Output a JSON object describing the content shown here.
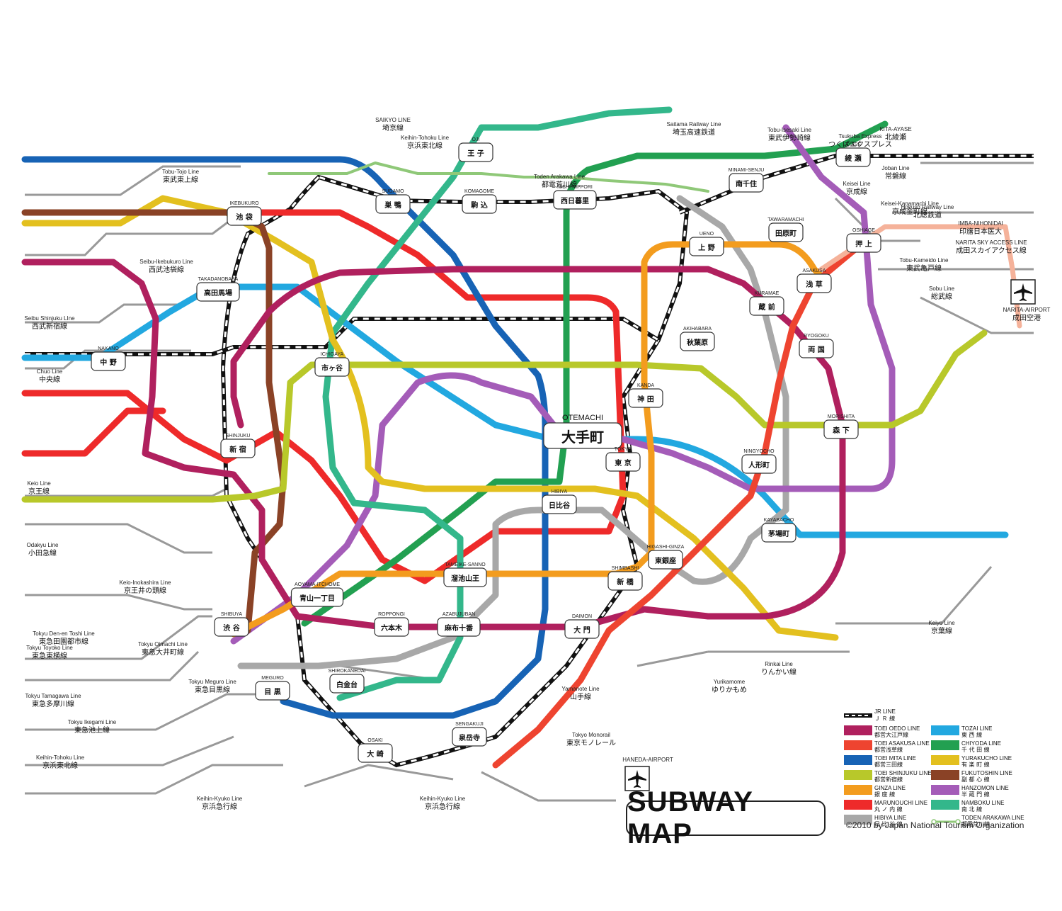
{
  "title": "SUBWAY MAP",
  "copyright": "©2010 by Japan National Tourism Organization",
  "colors": {
    "oedo": "#b0205e",
    "asakusa": "#ee4430",
    "mita": "#1763b5",
    "shinjuku": "#b8c82a",
    "ginza": "#f39c1e",
    "marunouchi": "#ee2a2a",
    "hibiya": "#a8a8a8",
    "tozai": "#22a8e0",
    "chiyoda": "#22a051",
    "yurakucho": "#e3c01f",
    "fukutoshin": "#8a4226",
    "hanzomon": "#a45cb8",
    "namboku": "#33b78b",
    "arakawa": "#8fc878",
    "jr": "#111111",
    "private": "#999999"
  },
  "legend": [
    {
      "key": "jr",
      "en": "JR LINE",
      "ja": "Ｊ Ｒ 線"
    },
    {
      "key": "oedo",
      "en": "TOEI OEDO LINE",
      "ja": "都営大江戸線"
    },
    {
      "key": "asakusa",
      "en": "TOEI ASAKUSA LINE",
      "ja": "都営浅草線"
    },
    {
      "key": "mita",
      "en": "TOEI MITA LINE",
      "ja": "都営三田線"
    },
    {
      "key": "shinjuku",
      "en": "TOEI SHINJUKU LINE",
      "ja": "都営新宿線"
    },
    {
      "key": "ginza",
      "en": "GINZA LINE",
      "ja": "銀 座 線"
    },
    {
      "key": "marunouchi",
      "en": "MARUNOUCHI LINE",
      "ja": "丸 ノ 内 線"
    },
    {
      "key": "hibiya",
      "en": "HIBIYA LINE",
      "ja": "日 比 谷 線"
    },
    {
      "key": "tozai",
      "en": "TOZAI LINE",
      "ja": "東 西 線"
    },
    {
      "key": "chiyoda",
      "en": "CHIYODA LINE",
      "ja": "千 代 田 線"
    },
    {
      "key": "yurakucho",
      "en": "YURAKUCHO LINE",
      "ja": "有 楽 町 線"
    },
    {
      "key": "fukutoshin",
      "en": "FUKUTOSHIN LINE",
      "ja": "副 都 心 線"
    },
    {
      "key": "hanzomon",
      "en": "HANZOMON LINE",
      "ja": "半 蔵 門 線"
    },
    {
      "key": "namboku",
      "en": "NAMBOKU LINE",
      "ja": "南 北 線"
    },
    {
      "key": "arakawa",
      "en": "TODEN ARAKAWA LINE",
      "ja": "都電荒川線"
    }
  ],
  "majorStations": [
    {
      "en": "OTEMACHI",
      "ja": "大手町"
    },
    {
      "en": "IKEBUKURO",
      "ja": "池 袋"
    },
    {
      "en": "SHINJUKU",
      "ja": "新 宿"
    },
    {
      "en": "SHIBUYA",
      "ja": "渋 谷"
    },
    {
      "en": "TOKYO",
      "ja": "東 京"
    },
    {
      "en": "UENO",
      "ja": "上 野"
    },
    {
      "en": "HIBIYA",
      "ja": "日比谷"
    },
    {
      "en": "AYASE",
      "ja": "綾 瀬"
    },
    {
      "en": "OSHIAGE",
      "ja": "押 上"
    },
    {
      "en": "KANDA",
      "ja": "神 田"
    },
    {
      "en": "DAIMON",
      "ja": "大 門"
    },
    {
      "en": "ROPPONGI",
      "ja": "六本木"
    },
    {
      "en": "SENGAKUJI",
      "ja": "泉岳寺"
    },
    {
      "en": "MEGURO",
      "ja": "目 黒"
    },
    {
      "en": "OSAKI",
      "ja": "大 崎"
    },
    {
      "en": "NISHI-NIPPORI",
      "ja": "西日暮里"
    },
    {
      "en": "KOMAGOME",
      "ja": "駒 込"
    },
    {
      "en": "SUGAMO",
      "ja": "巣 鴨"
    },
    {
      "en": "OJI",
      "ja": "王 子"
    },
    {
      "en": "ICHIGAYA",
      "ja": "市ヶ谷"
    },
    {
      "en": "AKIHABARA",
      "ja": "秋葉原"
    },
    {
      "en": "ASAKUSA",
      "ja": "浅 草"
    },
    {
      "en": "KURAMAE",
      "ja": "蔵 前"
    },
    {
      "en": "RYOGOKU",
      "ja": "両 国"
    },
    {
      "en": "MORISHITA",
      "ja": "森 下"
    },
    {
      "en": "TAKADANOBABA",
      "ja": "高田馬場"
    },
    {
      "en": "NAKANO",
      "ja": "中 野"
    },
    {
      "en": "KAYABACHO",
      "ja": "茅場町"
    },
    {
      "en": "HIGASHI-GINZA",
      "ja": "東銀座"
    },
    {
      "en": "SHIMBASHI",
      "ja": "新 橋"
    },
    {
      "en": "NINGYOCHO",
      "ja": "人形町"
    },
    {
      "en": "MINAMI-SENJU",
      "ja": "南千住"
    },
    {
      "en": "TAWARAMACHI",
      "ja": "田原町"
    },
    {
      "en": "AZABUJUBAN",
      "ja": "麻布十番"
    },
    {
      "en": "TAMEIKE-SANNO",
      "ja": "溜池山王"
    },
    {
      "en": "AOYAMA-ITCHOME",
      "ja": "青山一丁目"
    },
    {
      "en": "SHIROKANEDAI",
      "ja": "白金台"
    }
  ],
  "railLabels": [
    {
      "en": "SAIKYO LINE",
      "ja": "埼京線"
    },
    {
      "en": "Keihin-Tohoku Line",
      "ja": "京浜東北線"
    },
    {
      "en": "Saitama Railway Line",
      "ja": "埼玉高速鉄道"
    },
    {
      "en": "Tobu-Isesaki Line",
      "ja": "東武伊勢崎線"
    },
    {
      "en": "Tsukuba Express",
      "ja": "つくばエクスプレス"
    },
    {
      "en": "KITA-AYASE",
      "ja": "北綾瀬"
    },
    {
      "en": "Joban Line",
      "ja": "常磐線"
    },
    {
      "en": "Keisei Line",
      "ja": "京成線"
    },
    {
      "en": "Keisei-Kanamachi Line",
      "ja": "京成金町線"
    },
    {
      "en": "Hokuso Railway Line",
      "ja": "北総鉄道"
    },
    {
      "en": "Tobu-Kameido Line",
      "ja": "東武亀戸線"
    },
    {
      "en": "Sobu Line",
      "ja": "総武線"
    },
    {
      "en": "Tobu-Tojo Line",
      "ja": "東武東上線"
    },
    {
      "en": "Seibu-Ikebukuro Line",
      "ja": "西武池袋線"
    },
    {
      "en": "Seibu Shinjuku LIne",
      "ja": "西武新宿線"
    },
    {
      "en": "Chuo Line",
      "ja": "中央線"
    },
    {
      "en": "Keio Line",
      "ja": "京王線"
    },
    {
      "en": "Odakyu Line",
      "ja": "小田急線"
    },
    {
      "en": "Keio-Inokashira Line",
      "ja": "京王井の頭線"
    },
    {
      "en": "Tokyu Den-en Toshi Line",
      "ja": "東急田園都市線"
    },
    {
      "en": "Tokyu Oimachi Line",
      "ja": "東急大井町線"
    },
    {
      "en": "Tokyu Toyoko Line",
      "ja": "東急東横線"
    },
    {
      "en": "Tokyu Meguro Line",
      "ja": "東急目黒線"
    },
    {
      "en": "Tokyu Tamagawa Line",
      "ja": "東急多摩川線"
    },
    {
      "en": "Tokyu Ikegami Line",
      "ja": "東急池上線"
    },
    {
      "en": "Keihin-Tohoku Line",
      "ja": "京浜東北線"
    },
    {
      "en": "Keihin-Kyuko Line",
      "ja": "京浜急行線"
    },
    {
      "en": "Keihin-Kyuko Line",
      "ja": "京浜急行線"
    },
    {
      "en": "Toden Arakawa Line",
      "ja": "都電荒川線"
    },
    {
      "en": "Yamanote Line",
      "ja": "山手線"
    },
    {
      "en": "Tokyo Monorail",
      "ja": "東京モノレール"
    },
    {
      "en": "Yurikamome",
      "ja": "ゆりかもめ"
    },
    {
      "en": "Rinkai Line",
      "ja": "りんかい線"
    },
    {
      "en": "Keiyo Line",
      "ja": "京葉線"
    },
    {
      "en": "NARITA SKY ACCESS LINE",
      "ja": "成田スカイアクセス線"
    },
    {
      "en": "IMBA-NIHONIDAI",
      "ja": "印旛日本医大"
    },
    {
      "en": "HANEDA-AIRPORT",
      "ja": ""
    },
    {
      "en": "NARITA-AIRPORT",
      "ja": "成田空港"
    }
  ]
}
